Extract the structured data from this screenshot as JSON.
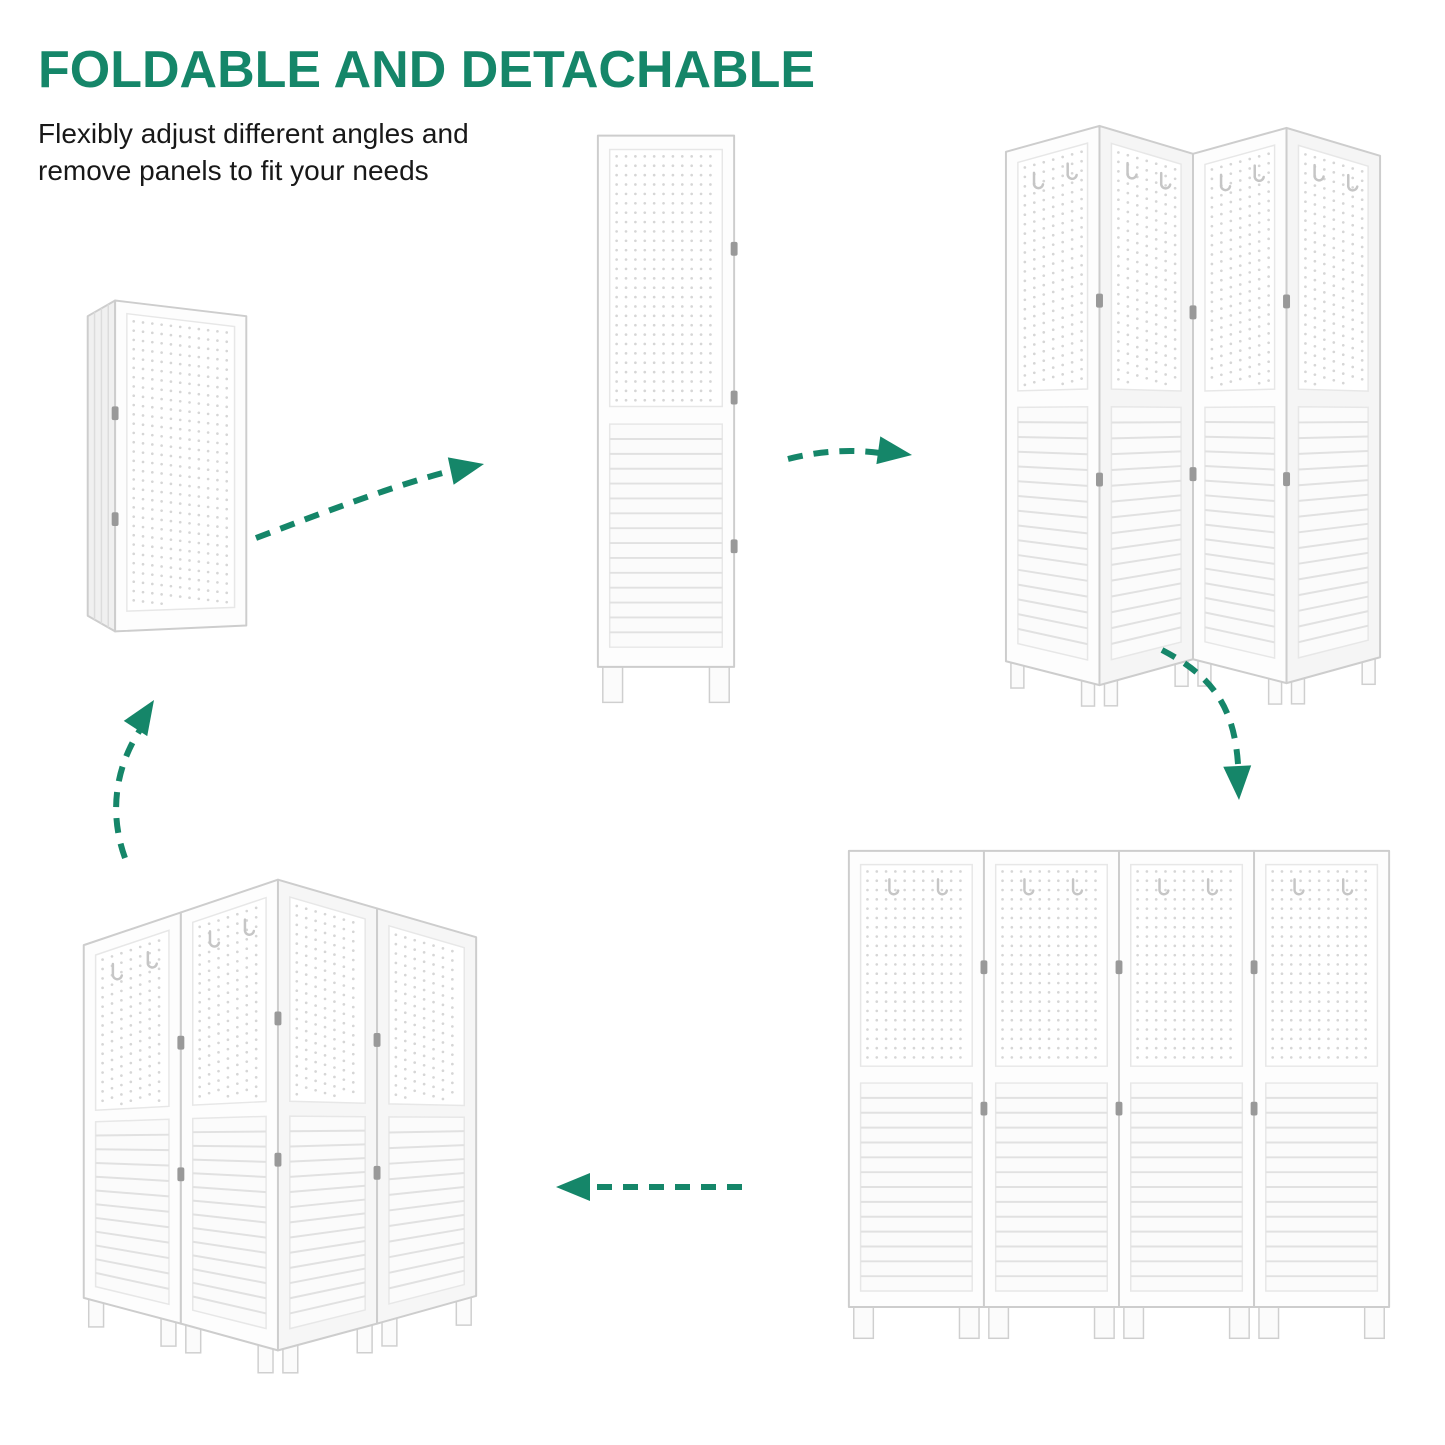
{
  "header": {
    "title": "FOLDABLE AND DETACHABLE",
    "subtitle_line1": "Flexibly adjust different angles and",
    "subtitle_line2": "remove panels to fit your needs"
  },
  "colors": {
    "accent": "#158669",
    "text": "#181818",
    "background": "#ffffff",
    "panel_frame": "#cdcdcd",
    "panel_fill": "#fdfdfd"
  },
  "figures": [
    {
      "name": "folded-panel-stack"
    },
    {
      "name": "single-panel-upright"
    },
    {
      "name": "four-panel-zigzag"
    },
    {
      "name": "four-panel-flat"
    },
    {
      "name": "four-panel-corner-fold"
    }
  ],
  "arrows": [
    {
      "name": "arrow-stack-to-single",
      "direction": "right",
      "style": "dashed"
    },
    {
      "name": "arrow-single-to-zigzag",
      "direction": "right",
      "style": "dashed"
    },
    {
      "name": "arrow-zigzag-to-flat",
      "direction": "down",
      "style": "dashed"
    },
    {
      "name": "arrow-flat-to-corner",
      "direction": "left",
      "style": "dashed"
    },
    {
      "name": "arrow-corner-to-stack",
      "direction": "up",
      "style": "dashed"
    }
  ]
}
